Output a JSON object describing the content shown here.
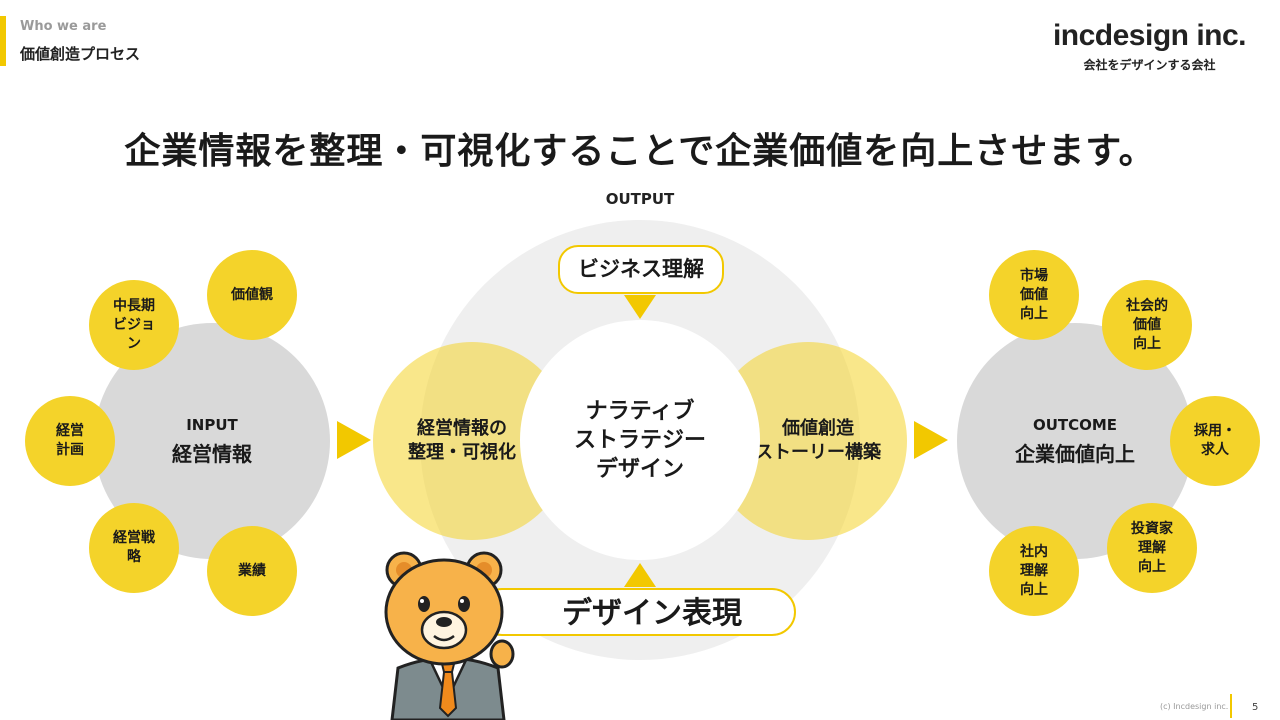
{
  "header": {
    "section_label": "Who we are",
    "section_title": "価値創造プロセス"
  },
  "logo": {
    "name": "incdesign inc.",
    "tagline": "会社をデザインする会社"
  },
  "headline": "企業情報を整理・可視化することで企業価値を向上させます。",
  "input": {
    "label": "INPUT",
    "title": "経営情報",
    "items": [
      {
        "line1": "中長期",
        "line2": "ビジョ",
        "line3": "ン"
      },
      {
        "line1": "価値観",
        "line2": "",
        "line3": ""
      },
      {
        "line1": "経営",
        "line2": "計画",
        "line3": ""
      },
      {
        "line1": "経営戦",
        "line2": "略",
        "line3": ""
      },
      {
        "line1": "業績",
        "line2": "",
        "line3": ""
      }
    ]
  },
  "output": {
    "label": "OUTPUT",
    "top_pill": "ビジネス理解",
    "bottom_pill": "デザイン表現",
    "left": {
      "line1": "経営情報の",
      "line2": "整理・可視化"
    },
    "center": {
      "line1": "ナラティブ",
      "line2": "ストラテジー",
      "line3": "デザイン"
    },
    "right": {
      "line1": "価値創造",
      "line2": "ストーリー構築"
    }
  },
  "outcome": {
    "label": "OUTCOME",
    "title": "企業価値向上",
    "items": [
      {
        "line1": "市場",
        "line2": "価値",
        "line3": "向上"
      },
      {
        "line1": "社会的",
        "line2": "価値",
        "line3": "向上"
      },
      {
        "line1": "採用・",
        "line2": "求人",
        "line3": ""
      },
      {
        "line1": "投資家",
        "line2": "理解",
        "line3": "向上"
      },
      {
        "line1": "社内",
        "line2": "理解",
        "line3": "向上"
      }
    ]
  },
  "footer": {
    "copyright": "(c) Incdesign inc.",
    "page": "5"
  },
  "colors": {
    "accent": "#f2c800",
    "gray_circle": "#d9d9d9",
    "pale_yellow": "#f7e98a",
    "ring": "#efefef"
  }
}
